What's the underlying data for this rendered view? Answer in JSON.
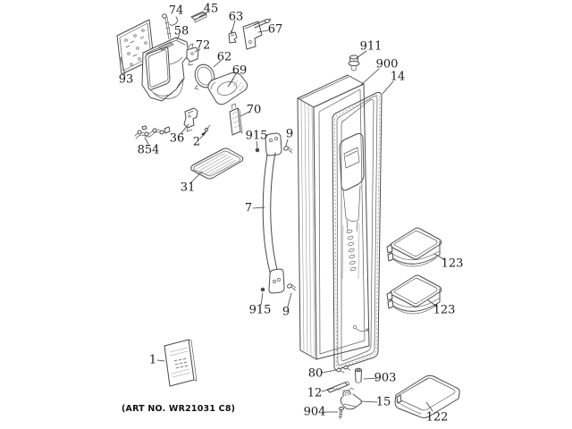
{
  "diagram": {
    "art_no": "(ART NO. WR21031 C8)",
    "colors": {
      "background": "#ffffff",
      "line": "#4a4a4a",
      "label": "#1a1a1a"
    },
    "callouts": [
      {
        "part": "74"
      },
      {
        "part": "45"
      },
      {
        "part": "63"
      },
      {
        "part": "67"
      },
      {
        "part": "58"
      },
      {
        "part": "72"
      },
      {
        "part": "62"
      },
      {
        "part": "93"
      },
      {
        "part": "69"
      },
      {
        "part": "70"
      },
      {
        "part": "915"
      },
      {
        "part": "9"
      },
      {
        "part": "36"
      },
      {
        "part": "2"
      },
      {
        "part": "854"
      },
      {
        "part": "31"
      },
      {
        "part": "7"
      },
      {
        "part": "911"
      },
      {
        "part": "900"
      },
      {
        "part": "14"
      },
      {
        "part": "123"
      },
      {
        "part": "123"
      },
      {
        "part": "915"
      },
      {
        "part": "9"
      },
      {
        "part": "1"
      },
      {
        "part": "80"
      },
      {
        "part": "903"
      },
      {
        "part": "12"
      },
      {
        "part": "15"
      },
      {
        "part": "904"
      },
      {
        "part": "122"
      }
    ]
  }
}
